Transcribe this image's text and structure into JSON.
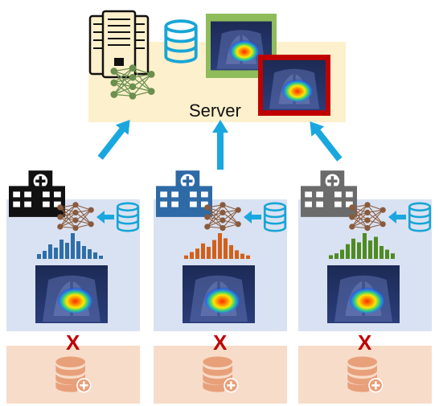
{
  "server": {
    "label": "Server"
  },
  "colors": {
    "server_panel": "#fdf0cc",
    "client_panel": "#d9e2f2",
    "private_panel": "#f7dcc9",
    "arrow": "#1aa7e0",
    "database": "#17a5d6",
    "network": "#6a8f4e",
    "private_db": "#e8a07a",
    "frame_good": "#8fbc5a",
    "frame_bad": "#c00000",
    "cross": "#c00000"
  },
  "clients": [
    {
      "id": "hospital-1",
      "building_color": "#111111",
      "histogram_color": "#2f6ea8",
      "histogram": [
        3,
        5,
        9,
        7,
        12,
        10,
        16,
        11,
        8,
        6,
        4,
        2
      ],
      "cross": "X"
    },
    {
      "id": "hospital-2",
      "building_color": "#2e6aa6",
      "histogram_color": "#d2601a",
      "histogram": [
        2,
        4,
        6,
        9,
        7,
        11,
        15,
        12,
        8,
        5,
        3,
        2
      ],
      "cross": "X"
    },
    {
      "id": "hospital-3",
      "building_color": "#6b6b6b",
      "histogram_color": "#4f8a22",
      "histogram": [
        2,
        3,
        5,
        8,
        11,
        9,
        14,
        10,
        12,
        7,
        5,
        3
      ],
      "cross": "X"
    }
  ],
  "icons": [
    "server-rack-icon",
    "database-icon",
    "neural-network-icon",
    "hospital-icon",
    "private-database-icon",
    "chest-xray-heatmap-icon"
  ]
}
